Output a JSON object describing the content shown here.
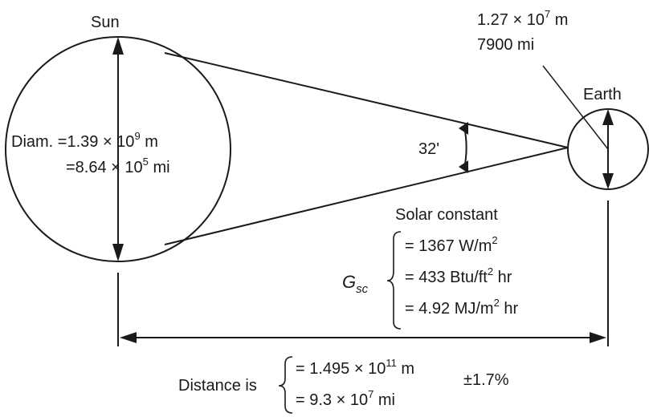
{
  "labels": {
    "sun": "Sun",
    "earth": "Earth",
    "angle": "32'"
  },
  "earth_size": {
    "meters_a": "1.27 × 10",
    "meters_exp": "7",
    "meters_unit": " m",
    "miles": "7900 mi"
  },
  "sun_diameter": {
    "line1_a": "Diam. =1.39 × 10",
    "line1_exp": "9",
    "line1_unit": " m",
    "line2_a": "=8.64 × 10",
    "line2_exp": "5",
    "line2_unit": " mi"
  },
  "solar_constant": {
    "title": "Solar constant",
    "symbol": "G",
    "subscript": "sc",
    "v1_a": "= 1367 W/m",
    "v1_exp": "2",
    "v2_a": "= 433  Btu/ft",
    "v2_exp": "2",
    "v2_b": " hr",
    "v3_a": "= 4.92 MJ/m",
    "v3_exp": "2",
    "v3_b": " hr"
  },
  "distance": {
    "label": "Distance is",
    "v1_a": "= 1.495 × 10",
    "v1_exp": "11",
    "v1_unit": " m",
    "v2_a": "= 9.3 × 10",
    "v2_exp": "7",
    "v2_unit": " mi",
    "tolerance": "±1.7%"
  }
}
